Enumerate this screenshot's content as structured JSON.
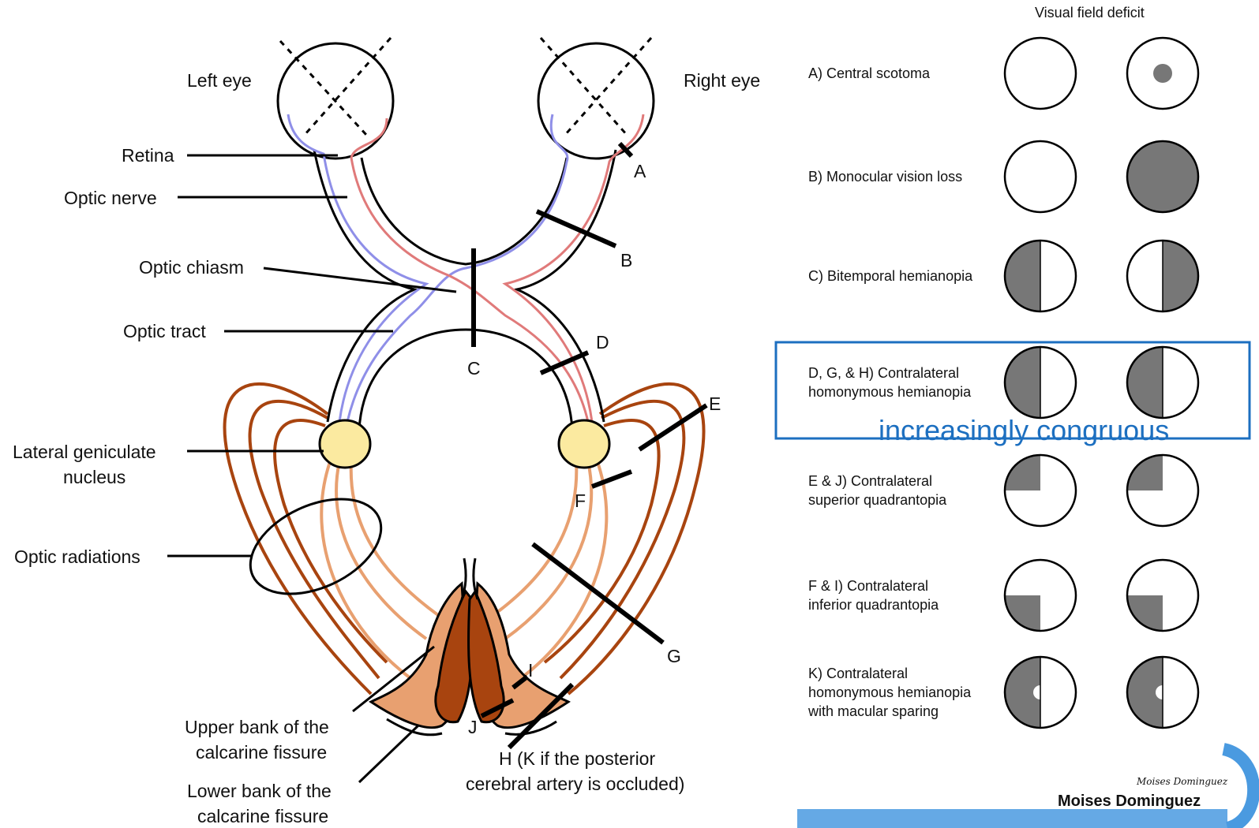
{
  "anatomy_labels": {
    "left_eye": "Left eye",
    "right_eye": "Right eye",
    "retina": "Retina",
    "optic_nerve": "Optic nerve",
    "optic_chiasm": "Optic chiasm",
    "optic_tract": "Optic tract",
    "lgn_line1": "Lateral geniculate",
    "lgn_line2": "nucleus",
    "optic_radiations": "Optic radiations",
    "upper_bank_line1": "Upper bank of the",
    "upper_bank_line2": "calcarine fissure",
    "lower_bank_line1": "Lower bank of the",
    "lower_bank_line2": "calcarine fissure",
    "h_note_line1": "H (K if the posterior",
    "h_note_line2": "cerebral artery is occluded)"
  },
  "lesion_letters": [
    "A",
    "B",
    "C",
    "D",
    "E",
    "F",
    "G",
    "I",
    "J"
  ],
  "deficit_panel": {
    "header": "Visual field deficit",
    "highlight_text": "increasingly congruous",
    "rows": [
      {
        "id": "A",
        "lines": [
          "A) Central scotoma"
        ],
        "left": "normal",
        "right": "central-scotoma"
      },
      {
        "id": "B",
        "lines": [
          "B) Monocular vision loss"
        ],
        "left": "normal",
        "right": "full-loss"
      },
      {
        "id": "C",
        "lines": [
          "C) Bitemporal hemianopia"
        ],
        "left": "left-half",
        "right": "right-half"
      },
      {
        "id": "DGH",
        "lines": [
          "D, G, & H) Contralateral",
          "homonymous hemianopia"
        ],
        "left": "left-half",
        "right": "left-half"
      },
      {
        "id": "EJ",
        "lines": [
          "E & J) Contralateral",
          "superior quadrantopia"
        ],
        "left": "upper-left-quadrant",
        "right": "upper-left-quadrant"
      },
      {
        "id": "FI",
        "lines": [
          "F & I) Contralateral",
          "inferior quadrantopia"
        ],
        "left": "lower-left-quadrant",
        "right": "lower-left-quadrant"
      },
      {
        "id": "K",
        "lines": [
          "K) Contralateral",
          "homonymous hemianopia",
          "with macular sparing"
        ],
        "left": "left-half-macular-sparing",
        "right": "left-half-macular-sparing"
      }
    ]
  },
  "signature": {
    "script": "Moises Dominguez",
    "name": "Moises Dominguez"
  },
  "colors": {
    "nasal_fibers": "#8f8fe8",
    "temporal_fibers": "#e07a7a",
    "radiation_dark": "#a8440f",
    "radiation_light": "#e8a070",
    "lgn_fill": "#fbeaa0",
    "deficit_gray": "#777777",
    "highlight_blue": "#1c6fc0"
  }
}
